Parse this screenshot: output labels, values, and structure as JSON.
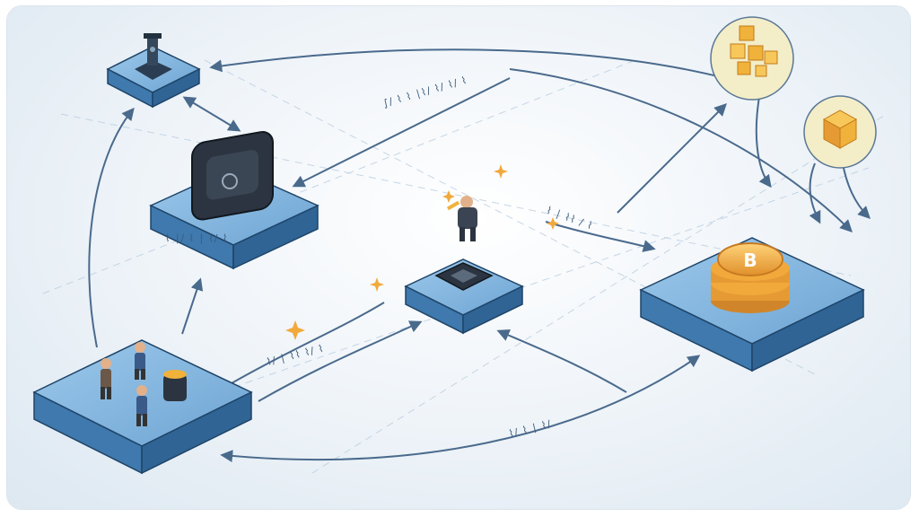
{
  "diagram": {
    "center_label": "",
    "nodes": [
      {
        "id": "node-top-left",
        "kind": "device"
      },
      {
        "id": "node-terminal",
        "kind": "terminal"
      },
      {
        "id": "node-users",
        "kind": "users"
      },
      {
        "id": "node-center",
        "kind": "chip"
      },
      {
        "id": "node-coin",
        "kind": "coin",
        "coin_symbol": "B"
      },
      {
        "id": "node-cube-cluster",
        "kind": "cubes"
      },
      {
        "id": "node-cube-single",
        "kind": "cube"
      }
    ],
    "illegible_labels": [
      "∫∕ ⌇ ⌇ ∣⌇∕ ⌇∕ ⌇∕ ⌇",
      "⌇∕ ∣ ⌇⌇ ⌇∕ ⌇",
      "⌇ ∣∕ ⌇ ∣ ⌇∕ ⌇",
      "⌇∕ ⌇ ∣ ⌇∕",
      "⌇ ∣ ⌇⌇ ∕ ⌇"
    ],
    "colors": {
      "platform_top": "#7fb3de",
      "platform_side": "#3f79ad",
      "platform_edge": "#1f4468",
      "coin": "#f2a93b",
      "cube": "#f0b23a",
      "circle_bg": "#f3edc8",
      "arrow": "#4a6a8c"
    }
  }
}
